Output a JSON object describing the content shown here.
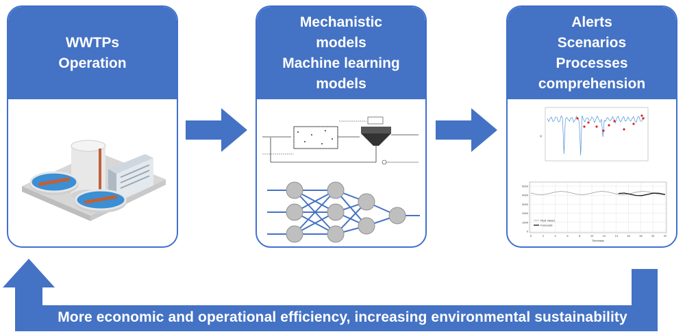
{
  "cards": [
    {
      "lines": [
        "WWTPs",
        "Operation"
      ]
    },
    {
      "lines": [
        "Mechanistic",
        "models",
        "Machine learning",
        "models"
      ]
    },
    {
      "lines": [
        "Alerts",
        "Scenarios",
        "Processes",
        "comprehension"
      ]
    }
  ],
  "footer": {
    "text": "More economic and operational efficiency, increasing environmental sustainability"
  },
  "colors": {
    "accent": "#4472c4",
    "water": "#3b8fd4",
    "neuron": "#bfbfbf",
    "nn_arrow": "#4472c4",
    "alert_red": "#e02020"
  },
  "icons": {
    "plant": "wastewater-plant-illustration",
    "flow_diagram": "process-flow-schematic",
    "network": "neural-network-diagram",
    "chart_top": "time-series-alert-chart",
    "chart_bottom": "forecast-line-chart"
  },
  "chart_top_text": {
    "y_axis_label": "Q"
  },
  "chart_bottom_text": {
    "legend": [
      "Real Values",
      "Forecasts"
    ],
    "xlabel": "Timesteps",
    "x_ticks": [
      "0",
      "2",
      "4",
      "6",
      "8",
      "10",
      "12",
      "14",
      "16",
      "18",
      "20",
      "22"
    ],
    "y_ticks": [
      "5000",
      "4000",
      "3000",
      "2000",
      "1000",
      "0"
    ]
  }
}
